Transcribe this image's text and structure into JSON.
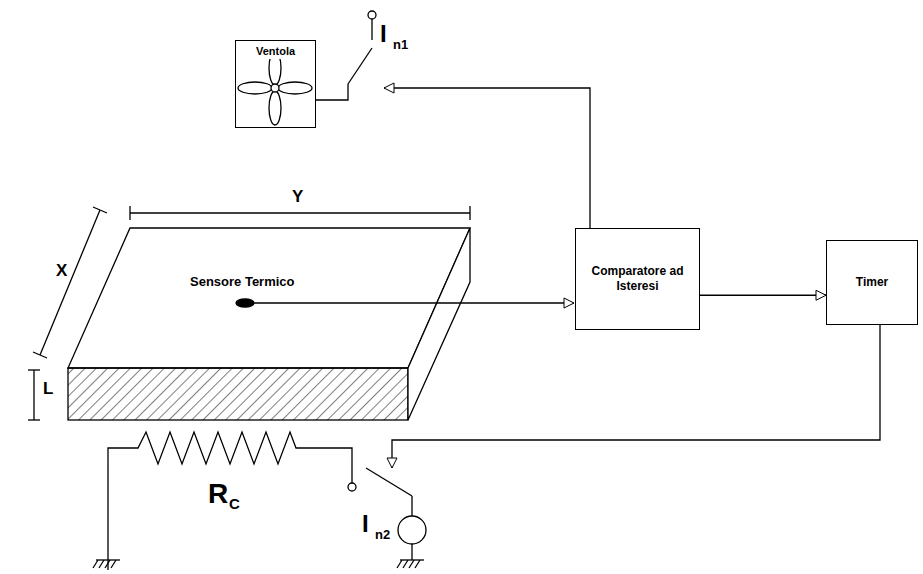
{
  "diagram": {
    "nodes": [
      {
        "text": [
          "Ventola"
        ]
      },
      {
        "text": [
          "Comparatore ad Isteresi"
        ]
      },
      {
        "text": [
          "Timer"
        ]
      }
    ],
    "edges": [
      {
        "from": 1,
        "to": 2,
        "arrow": "to"
      }
    ],
    "labels": [
      "I",
      "n1",
      "Y",
      "X",
      "Sensore Termico",
      "L",
      "R",
      "C",
      "I",
      "n2"
    ]
  }
}
